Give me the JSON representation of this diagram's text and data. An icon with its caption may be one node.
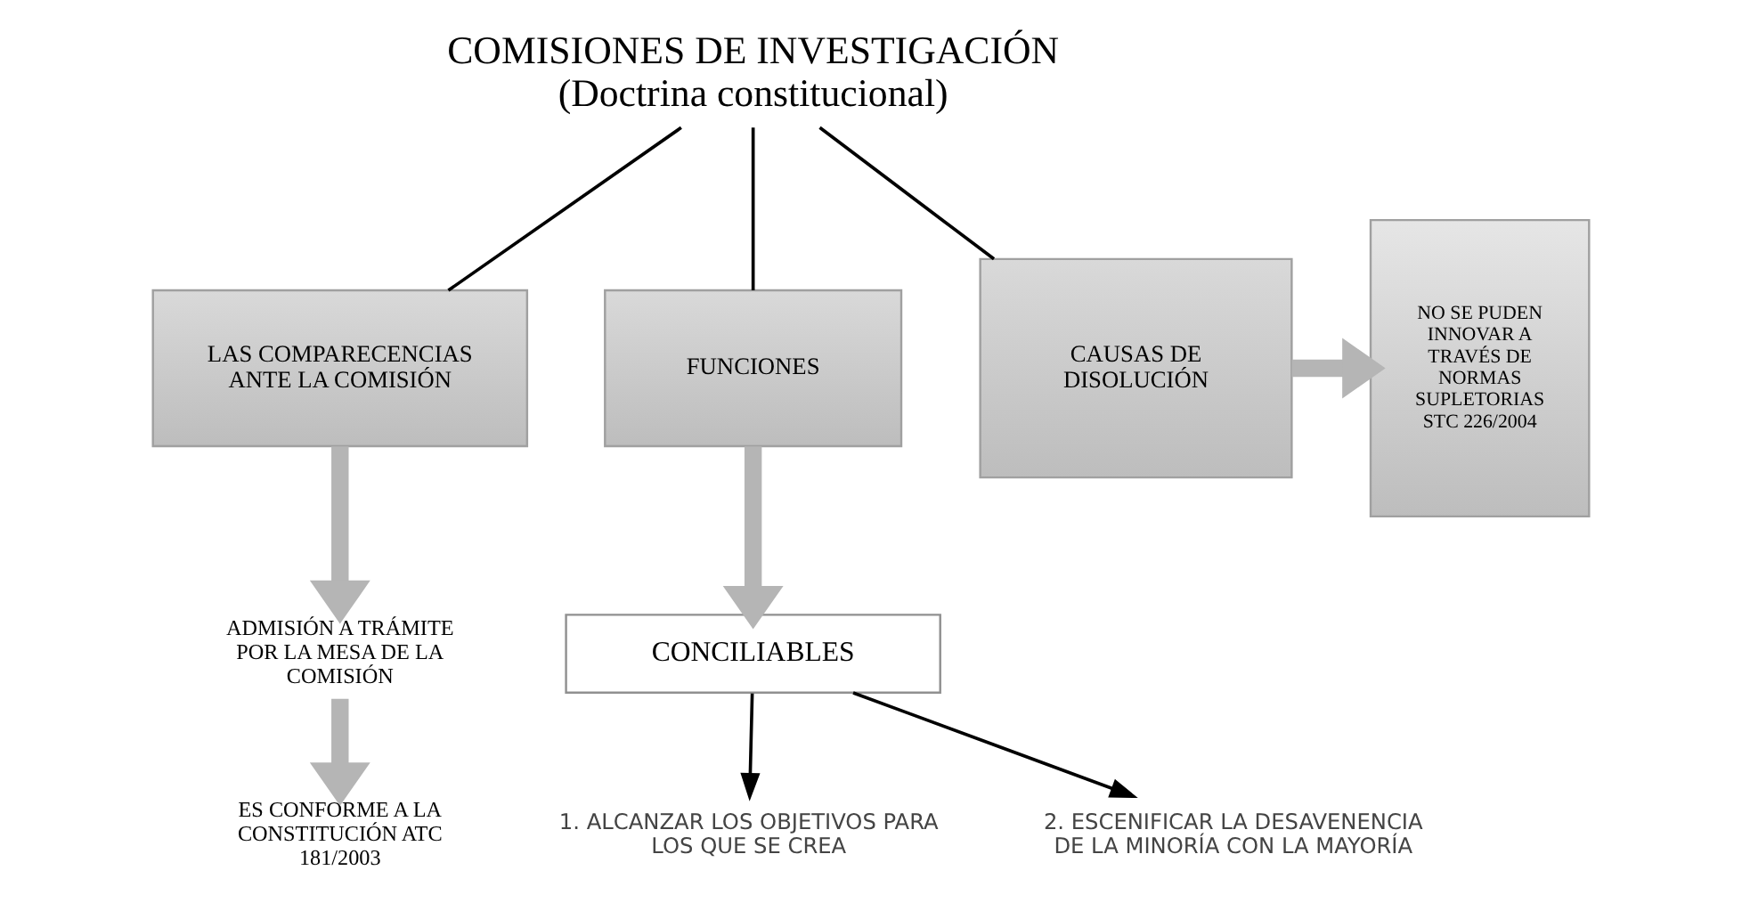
{
  "diagram": {
    "nodes": [
      {
        "text": [
          "COMISIONES DE INVESTIGACIÓN",
          "(Doctrina constitucional)"
        ]
      },
      {
        "text": [
          "LAS COMPARECENCIAS ANTE LA COMISIÓN"
        ]
      },
      {
        "text": [
          "FUNCIONES"
        ]
      },
      {
        "text": [
          "CAUSAS DE DISOLUCIÓN"
        ]
      },
      {
        "text": [
          "NO SE PUDEN INNOVAR A TRAVÉS DE NORMAS SUPLETORIAS STC 226/2004"
        ]
      },
      {
        "text": [
          "ADMISIÓN A TRÁMITE POR LA MESA DE LA COMISIÓN"
        ]
      },
      {
        "text": [
          "ES CONFORME A LA CONSTITUCIÓN ATC 181/2003"
        ]
      },
      {
        "text": [
          "CONCILIABLES"
        ]
      },
      {
        "text": [
          "1. ALCANZAR LOS OBJETIVOS PARA LOS QUE SE CREA"
        ]
      },
      {
        "text": [
          "2. ESCENIFICAR LA DESAVENENCIA DE LA MINORÍA CON LA MAYORÍA"
        ]
      }
    ],
    "edges": [
      {
        "from": 0,
        "to": 1,
        "arrow": "none"
      },
      {
        "from": 0,
        "to": 2,
        "arrow": "none"
      },
      {
        "from": 0,
        "to": 3,
        "arrow": "none"
      },
      {
        "from": 3,
        "to": 4,
        "arrow": "to",
        "style": "thick",
        "color": "#b5b5b5"
      },
      {
        "from": 1,
        "to": 5,
        "arrow": "to",
        "style": "thick",
        "color": "#b5b5b5"
      },
      {
        "from": 2,
        "to": 7,
        "arrow": "to",
        "style": "thick",
        "color": "#b5b5b5"
      },
      {
        "from": 5,
        "to": 6,
        "arrow": "to",
        "style": "thick",
        "color": "#b5b5b5"
      },
      {
        "from": 7,
        "to": 8,
        "arrow": "to"
      },
      {
        "from": 7,
        "to": 9,
        "arrow": "to"
      }
    ]
  }
}
